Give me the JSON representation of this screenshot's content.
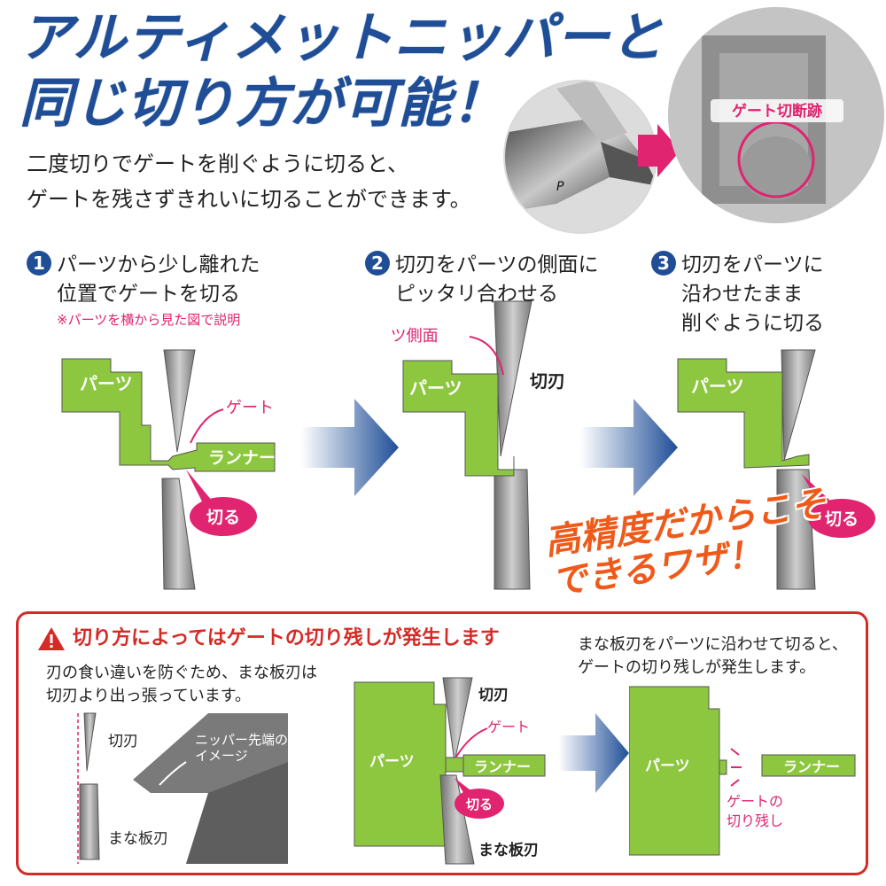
{
  "headline": {
    "line1": "アルティメットニッパーと",
    "line2": "同じ切り方が可能！"
  },
  "intro": {
    "line1": "二度切りでゲートを削ぐように切ると、",
    "line2": "ゲートを残さずきれいに切ることができます。"
  },
  "photo": {
    "callout": "ゲート切断跡"
  },
  "steps": [
    {
      "number": "1",
      "line1": "パーツから少し離れた",
      "line2": "位置でゲートを切る",
      "note": "※パーツを横から見た図で説明"
    },
    {
      "number": "2",
      "line1": "切刃をパーツの側面に",
      "line2": "ピッタリ合わせる"
    },
    {
      "number": "3",
      "line1": "切刃をパーツに",
      "line2": "沿わせたまま",
      "line3": "削ぐように切る"
    }
  ],
  "diagram": {
    "part": "パーツ",
    "runner": "ランナー",
    "gate": "ゲート",
    "cut": "切る",
    "part_side": "パーツ側面",
    "blade": "切刃"
  },
  "slogan": {
    "line1": "高精度だからこそ",
    "line2": "できるワザ！"
  },
  "warning": {
    "title": "切り方によってはゲートの切り残しが発生します",
    "left_text_line1": "刃の食い違いを防ぐため、まな板刃は",
    "left_text_line2": "切刃より出っ張っています。",
    "blade": "切刃",
    "anvil_blade": "まな板刃",
    "nipper_tip_line1": "ニッパー先端の",
    "nipper_tip_line2": "イメージ",
    "right_text_line1": "まな板刃をパーツに沿わせて切ると、",
    "right_text_line2": "ゲートの切り残しが発生します。",
    "part": "パーツ",
    "runner": "ランナー",
    "gate": "ゲート",
    "cut": "切る",
    "leftover_line1": "ゲートの",
    "leftover_line2": "切り残し"
  },
  "colors": {
    "headline_blue": "#1f4e97",
    "part_green": "#8dc63f",
    "accent_pink": "#e0246f",
    "slogan_orange": "#ef5a1a",
    "warning_red": "#d52b26",
    "blade_gray": "#8a8a8a"
  }
}
